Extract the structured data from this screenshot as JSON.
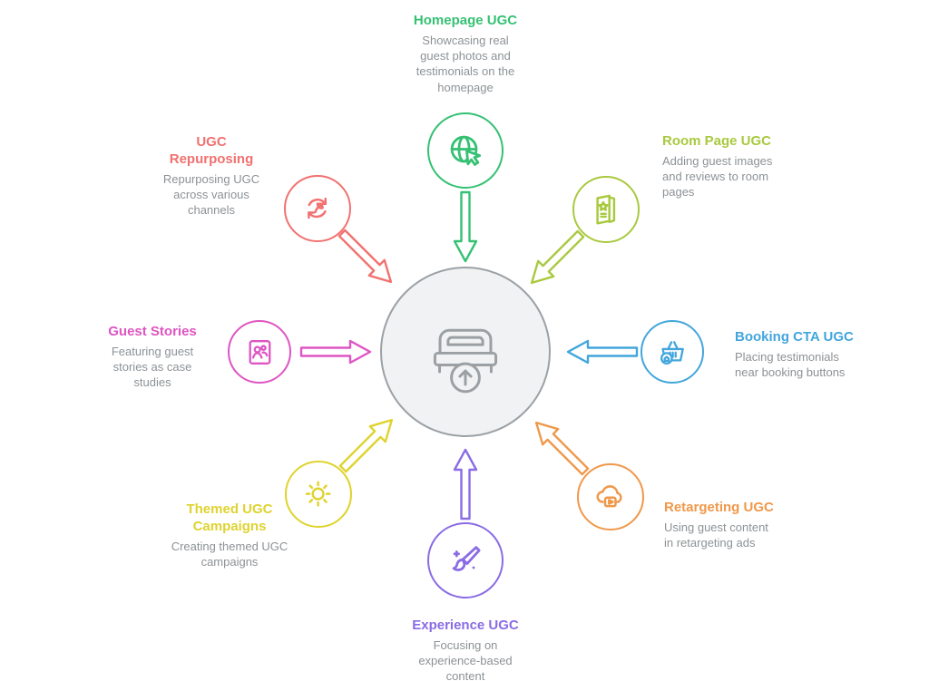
{
  "diagram": {
    "type": "radial-mind-map",
    "background": "#ffffff",
    "description_text_color": "#8d9296",
    "center": {
      "icon": "bed-upload-icon",
      "fill": "#f1f2f3",
      "border_color": "#9ba1a5"
    },
    "nodes": [
      {
        "id": "homepage-ugc",
        "position": "top",
        "title": "Homepage UGC",
        "description": "Showcasing real guest photos and testimonials on the homepage",
        "color": "#35c173",
        "icon": "globe-cursor-icon"
      },
      {
        "id": "room-page-ugc",
        "position": "top-right",
        "title": "Room Page UGC",
        "description": "Adding guest images and reviews to room pages",
        "color": "#a9c93f",
        "icon": "room-card-star-icon"
      },
      {
        "id": "booking-cta-ugc",
        "position": "right",
        "title": "Booking CTA UGC",
        "description": "Placing testimonials near booking buttons",
        "color": "#42a6dc",
        "icon": "shopping-basket-icon"
      },
      {
        "id": "retargeting-ugc",
        "position": "bottom-right",
        "title": "Retargeting UGC",
        "description": "Using guest content in retargeting ads",
        "color": "#f0984a",
        "icon": "cloud-video-icon"
      },
      {
        "id": "experience-ugc",
        "position": "bottom",
        "title": "Experience UGC",
        "description": "Focusing on experience-based content",
        "color": "#8a6ce5",
        "icon": "paintbrush-icon"
      },
      {
        "id": "themed-ugc-campaigns",
        "position": "bottom-left",
        "title": "Themed UGC Campaigns",
        "description": "Creating themed UGC campaigns",
        "color": "#dfd32f",
        "icon": "sun-icon"
      },
      {
        "id": "guest-stories",
        "position": "left",
        "title": "Guest Stories",
        "description": "Featuring guest stories as case studies",
        "color": "#de55c3",
        "icon": "guest-story-photo-icon"
      },
      {
        "id": "ugc-repurposing",
        "position": "top-left",
        "title": "UGC Repurposing",
        "description": "Repurposing UGC across various channels",
        "color": "#f17170",
        "icon": "recycle-leaf-icon"
      }
    ]
  }
}
